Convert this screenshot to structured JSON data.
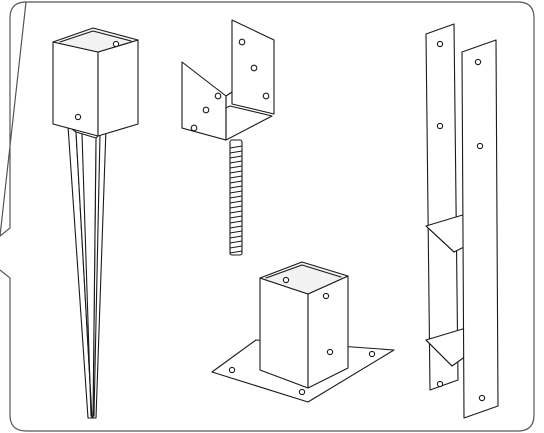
{
  "illustration": {
    "items": [
      "spike-post-support",
      "u-bracket-threaded-post-anchor",
      "bolt-down-post-base",
      "h-bracket-post-anchor"
    ],
    "line_color": "#1a1a1a",
    "frame_color": "#555555",
    "background": "#ffffff"
  }
}
